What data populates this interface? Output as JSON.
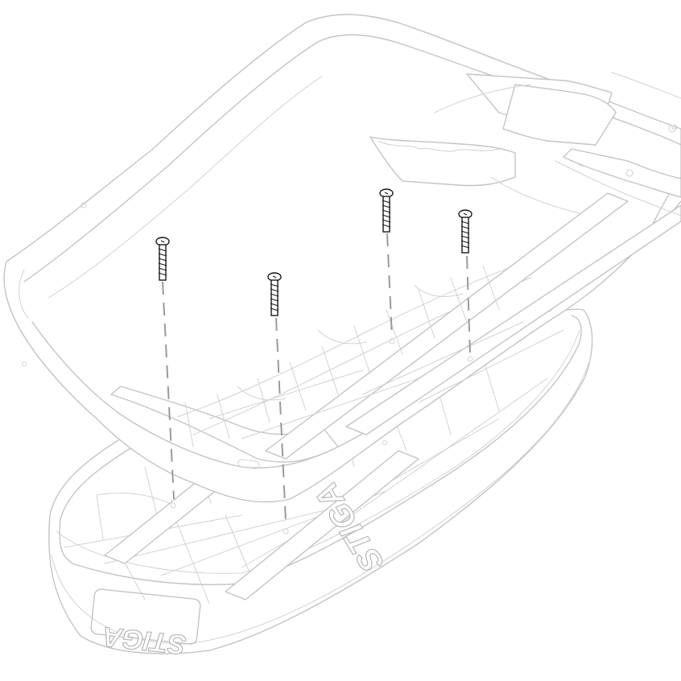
{
  "diagram": {
    "logo_side": "STIGA",
    "logo_front": "STIGA",
    "screw_count": 4,
    "colors": {
      "outline": "#c4c4c4",
      "screw": "#1a1a1a",
      "guide": "#9a9a9a",
      "background": "#ffffff"
    }
  }
}
